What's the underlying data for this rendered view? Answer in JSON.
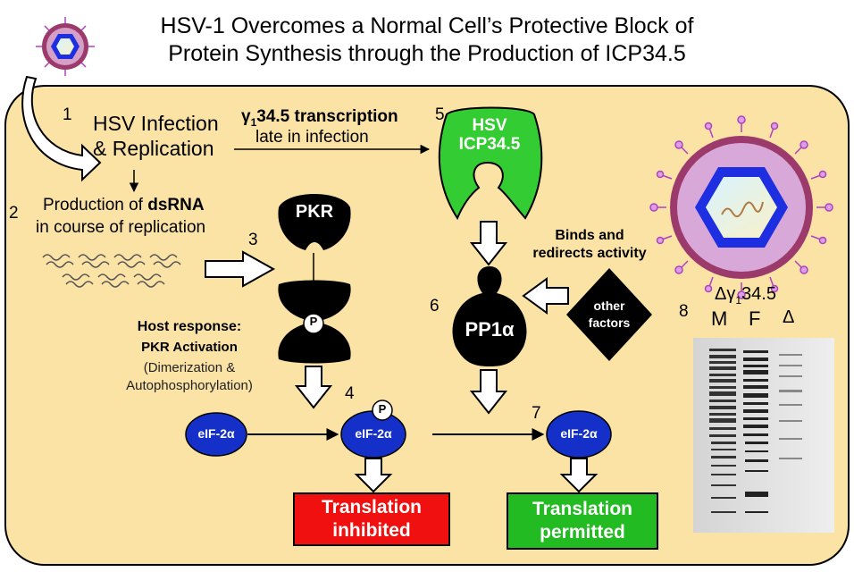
{
  "title": {
    "line1": "HSV-1 Overcomes a Normal Cell’s Protective Block of",
    "line2": "Protein Synthesis through the Production of ICP34.5"
  },
  "steps": {
    "s1": "1",
    "s2": "2",
    "s3": "3",
    "s4": "4",
    "s5": "5",
    "s6": "6",
    "s7": "7",
    "s8": "8"
  },
  "infection": {
    "line1": "HSV Infection",
    "line2": "& Replication"
  },
  "transcription": {
    "gamma": "γ",
    "sub": "1",
    "rest": "34.5 transcription",
    "line2": "late in infection"
  },
  "dsrna": {
    "prefix": "Production of ",
    "bold": "dsRNA",
    "line2": "in course of replication"
  },
  "pkr": {
    "label": "PKR",
    "phospho": "P"
  },
  "host_response": {
    "line1": "Host response:",
    "line2": "PKR Activation",
    "line3": "(Dimerization &",
    "line4": "Autophosphorylation)"
  },
  "icp": {
    "line1": "HSV",
    "line2": "ICP34.5"
  },
  "binds": {
    "line1": "Binds and",
    "line2": "redirects activity"
  },
  "pp1": {
    "label": "PP1α"
  },
  "other": {
    "line1": "other",
    "line2": "factors"
  },
  "eif": {
    "left": "eIF-2α",
    "middle": "eIF-2α",
    "right": "eIF-2α",
    "phospho": "P"
  },
  "translation_inhibited": {
    "line1": "Translation",
    "line2": "inhibited"
  },
  "translation_permitted": {
    "line1": "Translation",
    "line2": "permitted"
  },
  "mutant": {
    "delta": "Δ",
    "gamma": "γ",
    "sub": "1",
    "rest": "34.5"
  },
  "gel": {
    "lane_m": "M",
    "lane_f": "F",
    "lane_d": "Δ"
  },
  "colors": {
    "cell": "#fbe3a6",
    "eif": "#1530c8",
    "icp": "#33cc33",
    "inhibited": "#f01010",
    "permitted": "#22bb22",
    "virus_shell": "#9d3a6c",
    "virus_core": "#1d2fe0",
    "spike": "#d9a0e6"
  }
}
